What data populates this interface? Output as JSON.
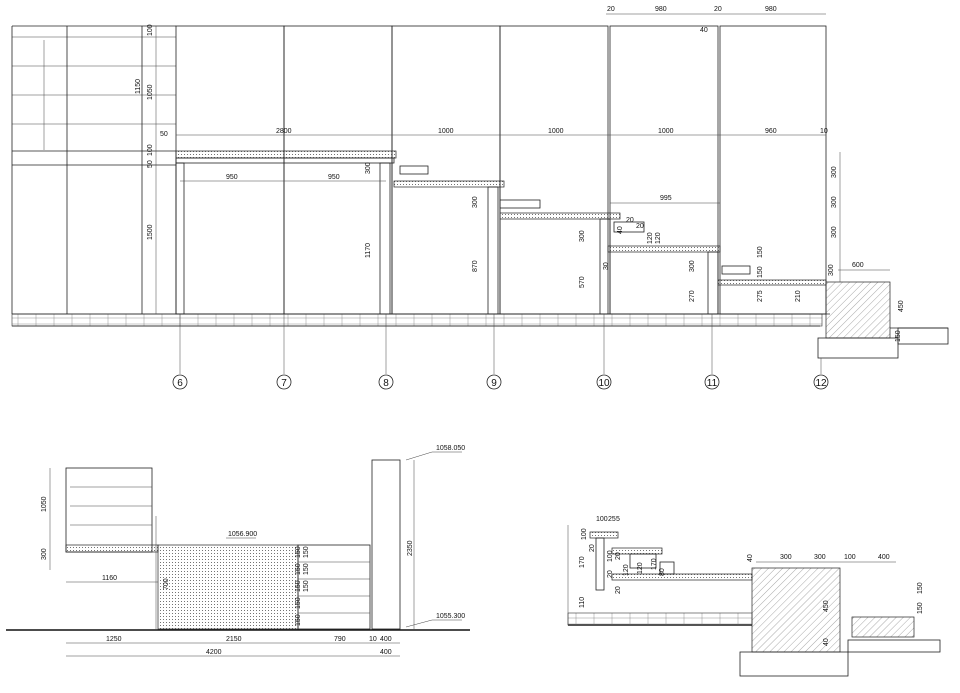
{
  "main_elevation": {
    "top_dims": [
      "20",
      "980",
      "20",
      "980"
    ],
    "top_small": [
      "40"
    ],
    "panel_dims": [
      "2800",
      "1000",
      "1000",
      "1000",
      "960",
      "10"
    ],
    "left_vertical_dims": [
      "100",
      "1150",
      "1050",
      "50",
      "50",
      "100",
      "1500"
    ],
    "inner_dims": [
      "950",
      "950",
      "300",
      "1170",
      "300",
      "870",
      "995",
      "300",
      "570",
      "40",
      "20",
      "120",
      "20",
      "120",
      "30",
      "300",
      "270",
      "150",
      "150",
      "275",
      "210",
      "300",
      "600",
      "450",
      "300",
      "300",
      "300",
      "150"
    ],
    "axes": [
      "6",
      "7",
      "8",
      "9",
      "10",
      "11",
      "12"
    ]
  },
  "section_left": {
    "level_top": "1058.050",
    "level_mid": "1056.900",
    "level_bottom": "1055.300",
    "vertical_dims": [
      "1050",
      "300",
      "700",
      "2350"
    ],
    "step_dims": [
      "150",
      "150",
      "150",
      "150",
      "150",
      "150",
      "150",
      "150"
    ],
    "horizontal_dims_row1": [
      "1160"
    ],
    "horizontal_dims_row2": [
      "1250",
      "2150",
      "790",
      "10",
      "400"
    ],
    "horizontal_dims_row3": [
      "4200",
      "400"
    ]
  },
  "section_right": {
    "top_dims": [
      "100",
      "25",
      "5"
    ],
    "vertical_dims": [
      "100",
      "20",
      "170",
      "100",
      "20",
      "120",
      "20",
      "110",
      "120",
      "20",
      "80",
      "170"
    ],
    "right_dims": [
      "300",
      "300",
      "100",
      "400",
      "40"
    ],
    "side_dims": [
      "450",
      "150",
      "150",
      "40"
    ]
  }
}
